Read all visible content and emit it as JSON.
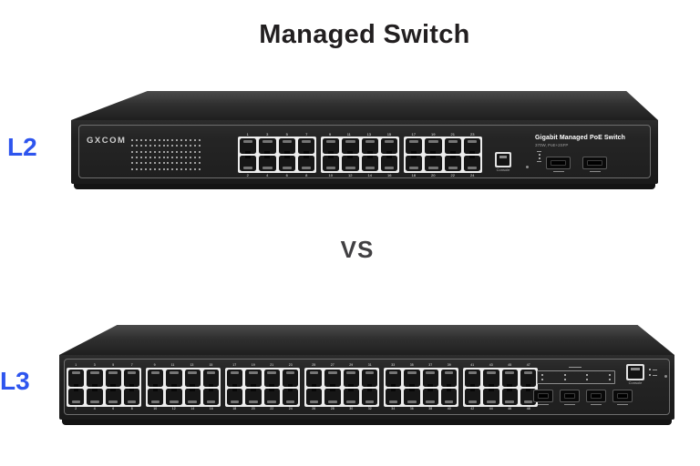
{
  "page": {
    "title": "Managed Switch",
    "vs": "VS"
  },
  "colors": {
    "label_blue": "#2e55ee",
    "title_text": "#221f20",
    "vs_text": "#414042",
    "chassis_dark": "#1f1f1f",
    "port_white": "#ededed"
  },
  "l2_switch": {
    "row_label": "L2",
    "brand": "GXCOM",
    "model_title": "Gigabit Managed PoE Switch",
    "model_subtitle": "370W, PoE+2SFP",
    "console_label": "Console",
    "ports": {
      "total": 24,
      "rows": 2,
      "groups": 3,
      "columns_per_group": 4
    },
    "sfp_count": 2,
    "led_grid": {
      "rows": 6,
      "columns": 16
    }
  },
  "l3_switch": {
    "row_label": "L3",
    "console_label": "Console",
    "ports": {
      "total": 48,
      "rows": 2,
      "groups": 6,
      "columns_per_group": 4
    },
    "sfp_count": 4
  }
}
